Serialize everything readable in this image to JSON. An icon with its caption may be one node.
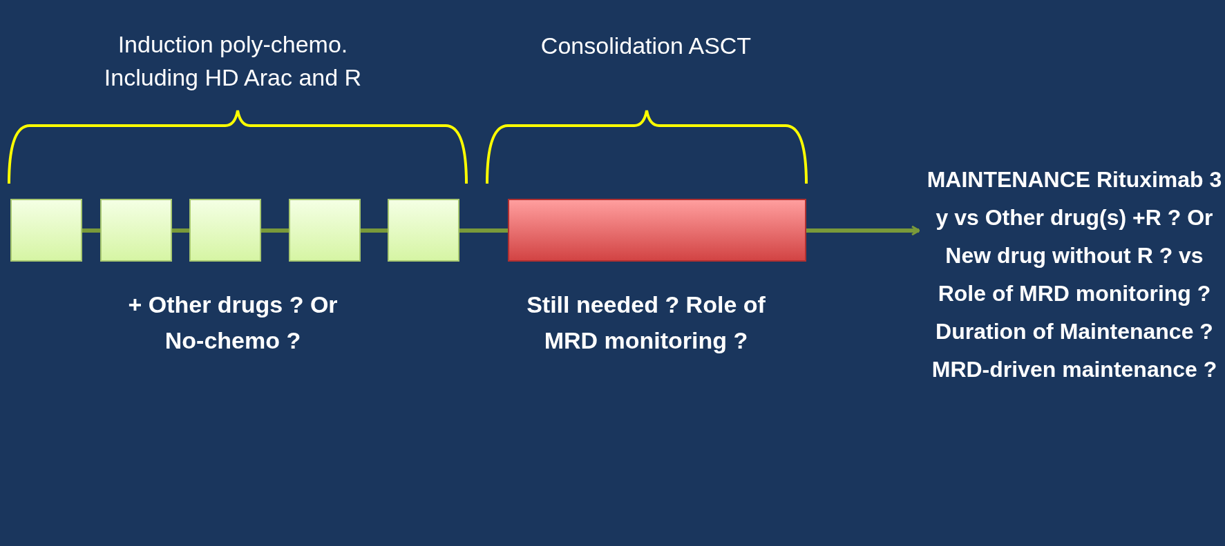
{
  "diagram": {
    "nodes": [
      {
        "text": [],
        "shape": "box"
      },
      {
        "text": [],
        "shape": "box"
      },
      {
        "text": [],
        "shape": "box"
      },
      {
        "text": [],
        "shape": "box"
      },
      {
        "text": [],
        "shape": "box"
      },
      {
        "text": [],
        "shape": "bar"
      },
      {
        "text": [
          "MAINTENANCE Rituximab 3 y vs Other drug(s) +R ? Or New drug without R ? vs Role of MRD monitoring ? Duration of Maintenance ? MRD-driven maintenance ?"
        ]
      }
    ],
    "edges": [
      {
        "from": 0,
        "to": 1,
        "arrow": "none"
      },
      {
        "from": 1,
        "to": 2,
        "arrow": "none"
      },
      {
        "from": 2,
        "to": 3,
        "arrow": "none"
      },
      {
        "from": 3,
        "to": 4,
        "arrow": "none"
      },
      {
        "from": 4,
        "to": 5,
        "arrow": "none"
      },
      {
        "from": 5,
        "to": 6,
        "arrow": "to"
      }
    ],
    "labels": [
      "Induction poly-chemo. Including HD Arac and R",
      "Consolidation ASCT",
      "+ Other drugs ? Or No-chemo ?",
      "Still needed ? Role of MRD monitoring ?"
    ]
  }
}
